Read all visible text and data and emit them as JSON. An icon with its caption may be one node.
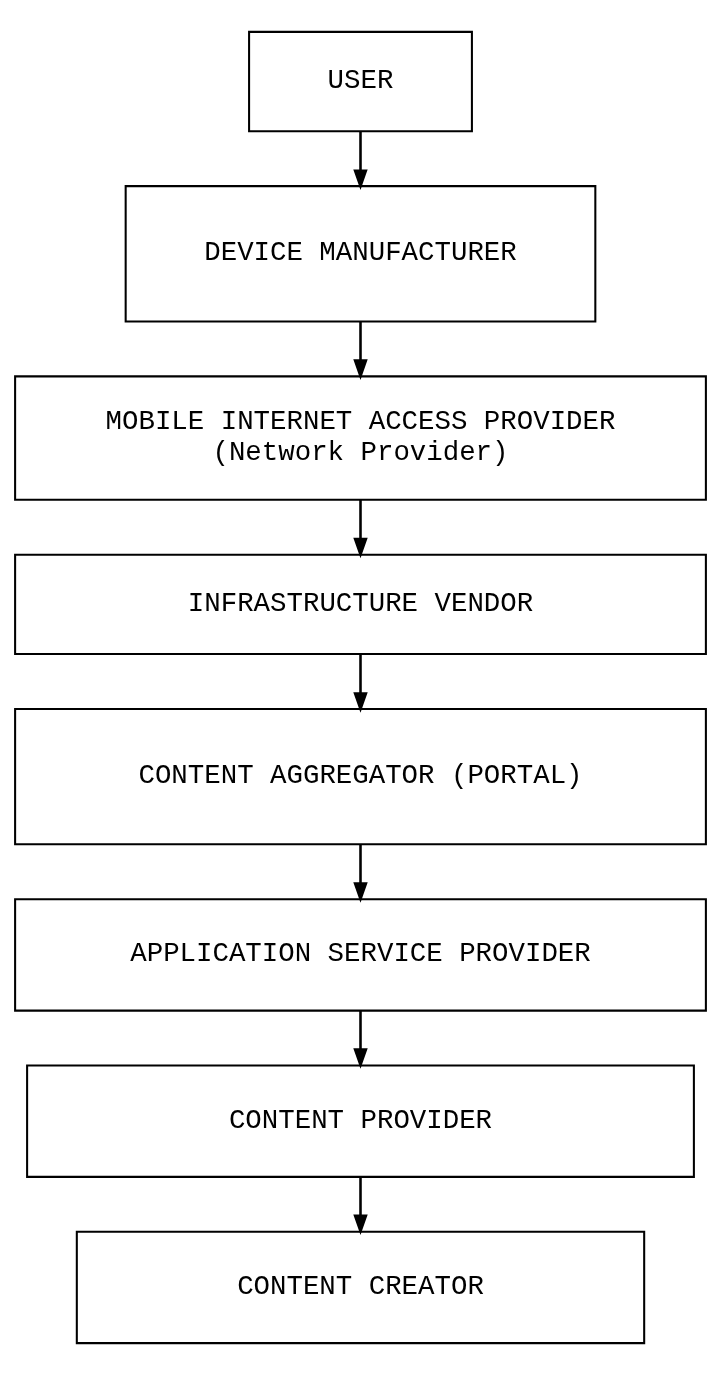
{
  "diagram": {
    "nodes": [
      {
        "text": [
          "USER"
        ]
      },
      {
        "text": [
          "DEVICE MANUFACTURER"
        ]
      },
      {
        "text": [
          "MOBILE INTERNET ACCESS PROVIDER",
          "(Network Provider)"
        ]
      },
      {
        "text": [
          "INFRASTRUCTURE VENDOR"
        ]
      },
      {
        "text": [
          "CONTENT AGGREGATOR (PORTAL)"
        ]
      },
      {
        "text": [
          "APPLICATION SERVICE PROVIDER"
        ]
      },
      {
        "text": [
          "CONTENT PROVIDER"
        ]
      },
      {
        "text": [
          "CONTENT CREATOR"
        ]
      }
    ],
    "edges": [
      {
        "from": 0,
        "to": 1,
        "arrow": "to"
      },
      {
        "from": 1,
        "to": 2,
        "arrow": "to"
      },
      {
        "from": 2,
        "to": 3,
        "arrow": "to"
      },
      {
        "from": 3,
        "to": 4,
        "arrow": "to"
      },
      {
        "from": 4,
        "to": 5,
        "arrow": "to"
      },
      {
        "from": 5,
        "to": 6,
        "arrow": "to"
      },
      {
        "from": 6,
        "to": 7,
        "arrow": "to"
      }
    ]
  }
}
